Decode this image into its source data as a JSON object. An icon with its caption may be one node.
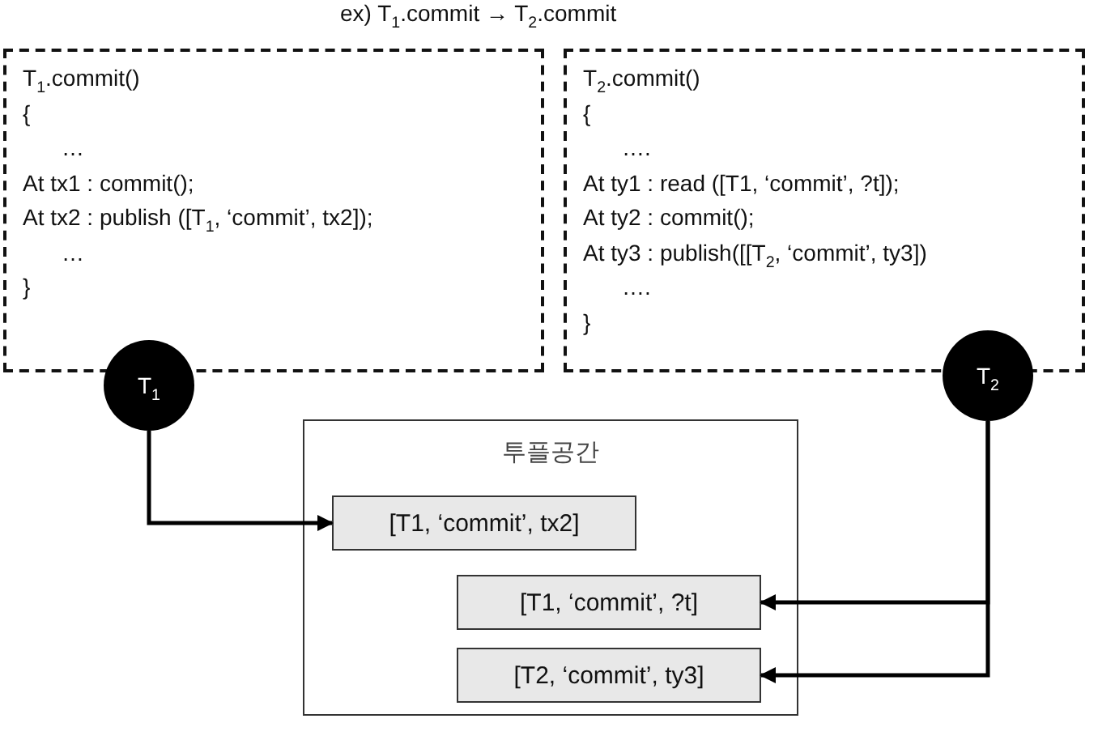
{
  "diagram": {
    "title": "ex) T$_{1}$.commit → T$_{2}$.commit",
    "nodes": [
      {
        "text": [
          "T$_{1}$.commit()",
          "{",
          "…",
          "At tx1 : commit();",
          "At tx2 : publish ([T$_{1}$, ‘commit’, tx2]);",
          "…",
          "}"
        ]
      },
      {
        "text": [
          "T$_{2}$.commit()",
          "{",
          "….",
          "At ty1 : read ([T1, ‘commit’, ?t]);",
          "At ty2 : commit();",
          "At ty3 : publish([[T$_{2}$, ‘commit’, ty3])",
          "….",
          "}"
        ]
      },
      {
        "text": [
          "T$_{1}$"
        ]
      },
      {
        "text": [
          "T$_{2}$"
        ]
      },
      {
        "text": [
          "투플공간"
        ]
      },
      {
        "text": [
          "[T1, ‘commit’, tx2]"
        ],
        "in": 4
      },
      {
        "text": [
          "[T1, ‘commit’, ?t]"
        ],
        "in": 4
      },
      {
        "text": [
          "[T2, ‘commit’, ty3]"
        ],
        "in": 4
      }
    ],
    "edges": [
      {
        "from": 2,
        "to": 5,
        "arrow": "to"
      },
      {
        "from": 3,
        "to": 6,
        "arrow": "to"
      },
      {
        "from": 3,
        "to": 7,
        "arrow": "to"
      }
    ]
  }
}
